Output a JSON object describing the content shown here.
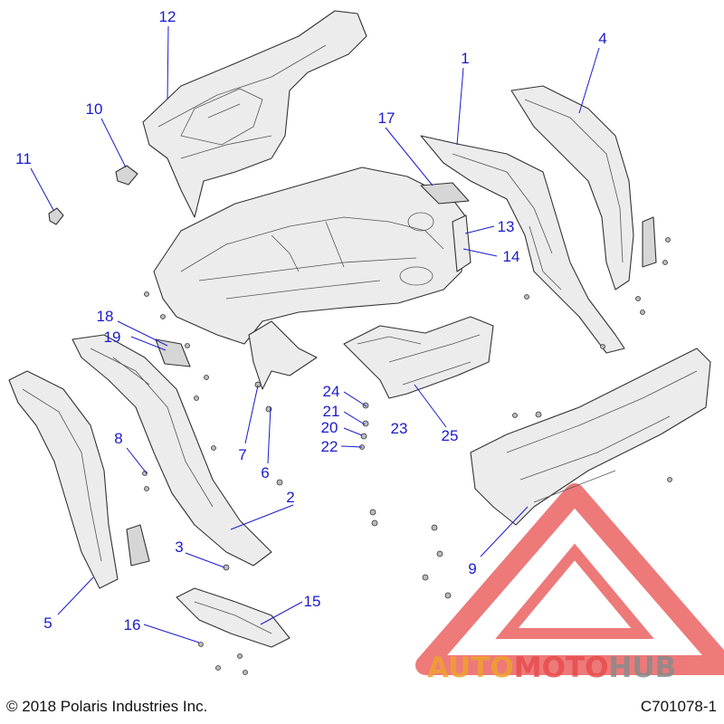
{
  "callouts": {
    "c1": "1",
    "c2": "2",
    "c3": "3",
    "c4": "4",
    "c5": "5",
    "c6": "6",
    "c7": "7",
    "c8": "8",
    "c9": "9",
    "c10": "10",
    "c11": "11",
    "c12": "12",
    "c13": "13",
    "c14": "14",
    "c15": "15",
    "c16": "16",
    "c17": "17",
    "c18": "18",
    "c19": "19",
    "c20": "20",
    "c21": "21",
    "c22": "22",
    "c23": "23",
    "c24": "24",
    "c25": "25"
  },
  "footer": {
    "copyright": "© 2018 Polaris Industries Inc.",
    "diagram_code": "C701078-1"
  },
  "watermark": {
    "word_part1": "AUTO",
    "word_part2": "MOTO",
    "word_part3": "HUB",
    "colors": {
      "orange": "#f0a030",
      "red": "#e84d4d",
      "gray": "#8a8a8a"
    }
  },
  "colors": {
    "callout": "#1a1acc",
    "line": "#333333"
  }
}
